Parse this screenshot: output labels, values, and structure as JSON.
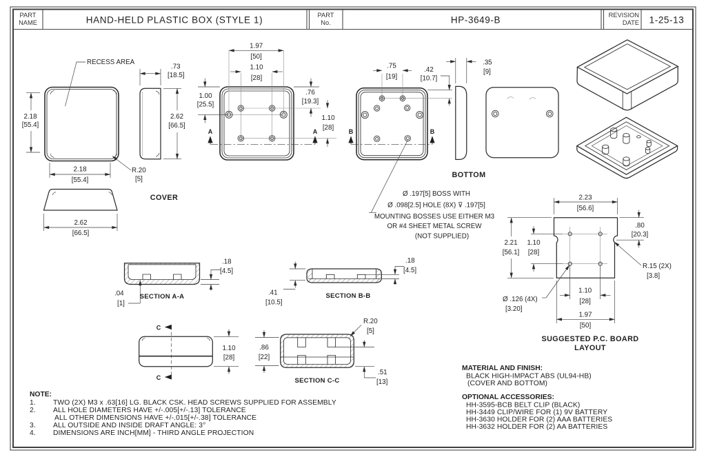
{
  "title_block": {
    "part_label_top": "PART",
    "part_label_bottom": "NAME",
    "part_name": "HAND-HELD PLASTIC BOX  (STYLE 1)",
    "no_label_top": "PART",
    "no_label_bottom": "No.",
    "part_no": "HP-3649-B",
    "rev_label_top": "REVISION",
    "rev_label_bottom": "DATE",
    "revision_date": "1-25-13"
  },
  "labels": {
    "recess": "RECESS AREA",
    "cover": "COVER",
    "bottom": "BOTTOM",
    "section_aa": "SECTION A-A",
    "section_bb": "SECTION B-B",
    "section_cc": "SECTION C-C",
    "pcb_line1": "SUGGESTED P.C. BOARD",
    "pcb_line2": "LAYOUT",
    "a": "A",
    "b": "B",
    "c": "C"
  },
  "dims": {
    "cover_h": "2.18",
    "cover_h_mm": "[55.4]",
    "cover_w": "2.18",
    "cover_w_mm": "[55.4]",
    "cover_r": "R.20",
    "cover_r_mm": "[5]",
    "cover_d": ".73",
    "cover_d_mm": "[18.5]",
    "cover_oh": "2.62",
    "cover_oh_mm": "[66.5]",
    "cover_ow": "2.62",
    "cover_ow_mm": "[66.5]",
    "top_197": "1.97",
    "top_197_mm": "[50]",
    "top_110": "1.10",
    "top_110_mm": "[28]",
    "top_100": "1.00",
    "top_100_mm": "[25.5]",
    "top_76": ".76",
    "top_76_mm": "[19.3]",
    "top_110r": "1.10",
    "top_110r_mm": "[28]",
    "bot_75": ".75",
    "bot_75_mm": "[19]",
    "bot_42": ".42",
    "bot_42_mm": "[10.7]",
    "bot_35": ".35",
    "bot_35_mm": "[9]",
    "pcb_223": "2.23",
    "pcb_223_mm": "[56.6]",
    "pcb_80": ".80",
    "pcb_80_mm": "[20.3]",
    "pcb_221": "2.21",
    "pcb_221_mm": "[56.1]",
    "pcb_110l": "1.10",
    "pcb_110l_mm": "[28]",
    "pcb_110b": "1.10",
    "pcb_110b_mm": "[28]",
    "pcb_197": "1.97",
    "pcb_197_mm": "[50]",
    "pcb_r15": "R.15 (2X)",
    "pcb_r15_mm": "[3.8]",
    "pcb_d126": "Ø .126 (4X)",
    "pcb_d126_mm": "[3.20]",
    "aa_18": ".18",
    "aa_18_mm": "[4.5]",
    "aa_04": ".04",
    "aa_04_mm": "[1]",
    "bb_18": ".18",
    "bb_18_mm": "[4.5]",
    "bb_41": ".41",
    "bb_41_mm": "[10.5]",
    "cc_110": "1.10",
    "cc_110_mm": "[28]",
    "cc_86": ".86",
    "cc_86_mm": "[22]",
    "cc_r20": "R.20",
    "cc_r20_mm": "[5]",
    "cc_51": ".51",
    "cc_51_mm": "[13]"
  },
  "boss_note": {
    "l1": "Ø .197[5] BOSS WITH",
    "l2": "Ø .098[2.5] HOLE (8X)  ⊽ .197[5]",
    "l3": "MOUNTING BOSSES USE EITHER M3",
    "l4": "OR #4 SHEET METAL SCREW",
    "l5": "(NOT SUPPLIED)"
  },
  "notes": {
    "heading": "NOTE:",
    "items": [
      {
        "n": "1.",
        "t": "TWO (2X) M3 x .63[16] LG. BLACK CSK. HEAD SCREWS SUPPLIED FOR ASSEMBLY"
      },
      {
        "n": "2.",
        "t": "ALL HOLE DIAMETERS HAVE +/-.005[+/-.13] TOLERANCE"
      },
      {
        "n": "",
        "t": "ALL OTHER DIMENSIONS HAVE +/-.015[+/-.38] TOLERANCE"
      },
      {
        "n": "3.",
        "t": "ALL OUTSIDE AND INSIDE DRAFT ANGLE:  3°"
      },
      {
        "n": "4.",
        "t": "DIMENSIONS ARE INCH[MM] - THIRD ANGLE PROJECTION"
      }
    ]
  },
  "material": {
    "heading": "MATERIAL AND FINISH:",
    "line1": "BLACK HIGH-IMPACT ABS (UL94-HB)",
    "line2": "(COVER AND BOTTOM)"
  },
  "accessories": {
    "heading": "OPTIONAL ACCESSORIES:",
    "line1": "HH-3595-BCB  BELT CLIP (BLACK)",
    "line2": "HH-3449  CLIP/WIRE FOR (1) 9V BATTERY",
    "line3": "HH-3630  HOLDER FOR (2) AAA BATTERIES",
    "line4": "HH-3632  HOLDER FOR (2) AA BATTERIES"
  }
}
